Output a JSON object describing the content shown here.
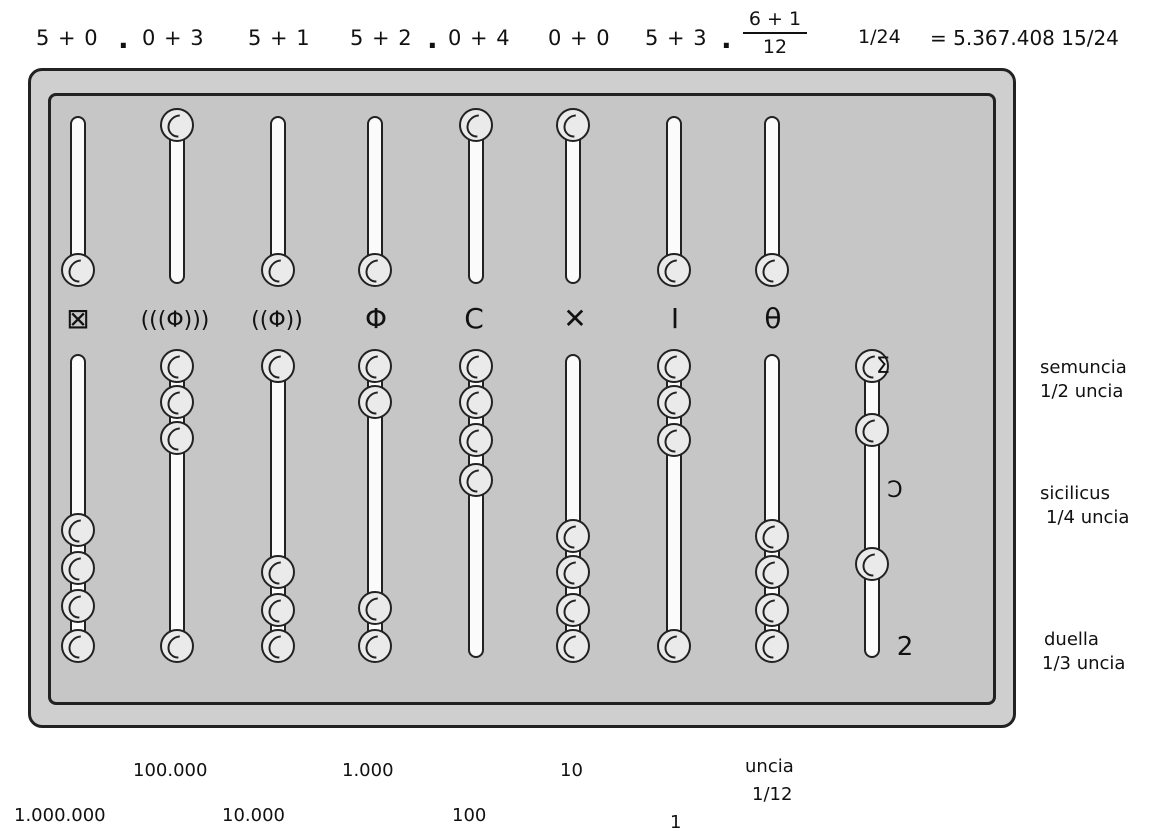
{
  "equation": {
    "terms": [
      "5 + 0",
      "0 + 3",
      "5 + 1",
      "5 + 2",
      "0 + 4",
      "0 + 0",
      "5 + 3"
    ],
    "dot": ".",
    "fraction_numerator": "6 + 1",
    "fraction_denominator": "12",
    "extra": "1/24",
    "result": "= 5.367.408 15/24"
  },
  "columns": [
    {
      "symbol": "⊠",
      "place_value": "1.000.000"
    },
    {
      "symbol": "(((Φ)))",
      "place_value": "100.000"
    },
    {
      "symbol": "((Φ))",
      "place_value": "10.000"
    },
    {
      "symbol": "Φ",
      "place_value": "1.000"
    },
    {
      "symbol": "C",
      "place_value": "100"
    },
    {
      "symbol": "✕",
      "place_value": "10"
    },
    {
      "symbol": "I",
      "place_value": "1"
    },
    {
      "symbol": "θ",
      "place_value": "uncia",
      "sub_label": "1/12"
    }
  ],
  "fraction_column": {
    "symbols": [
      "Σ",
      "Ɔ",
      "2"
    ],
    "labels": [
      {
        "name": "semuncia",
        "value": "1/2 uncia"
      },
      {
        "name": "sicilicus",
        "value": "1/4 uncia"
      },
      {
        "name": "duella",
        "value": "1/3 uncia"
      }
    ]
  }
}
